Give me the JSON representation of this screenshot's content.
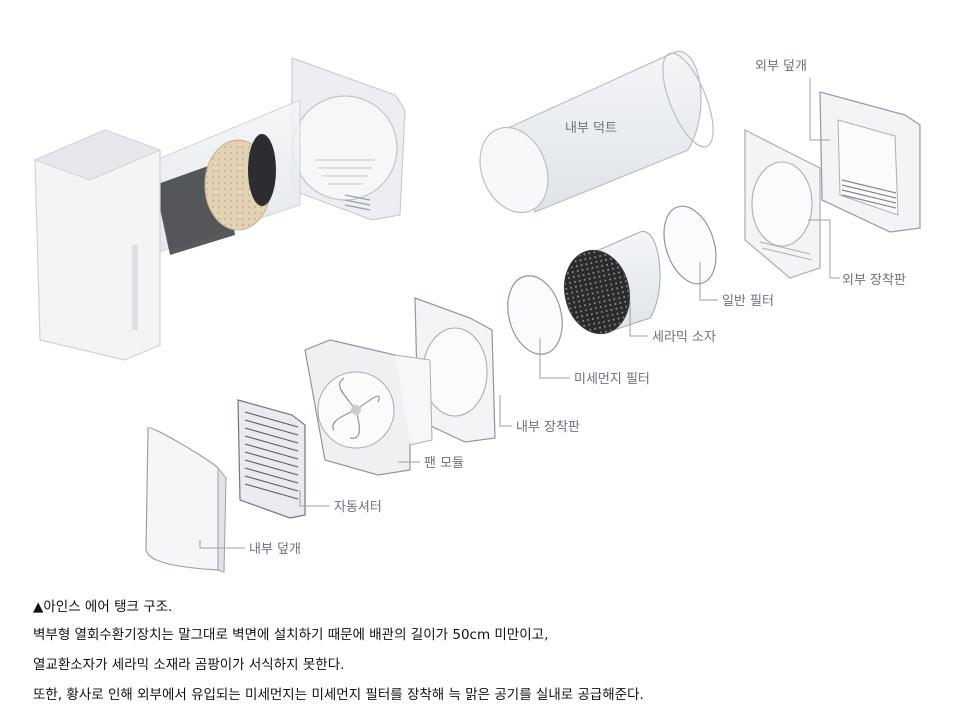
{
  "figure": {
    "labels": {
      "outer_cover": "외부 덮개",
      "inner_duct": "내부 덕트",
      "outer_mount": "외부 장착판",
      "general_filter": "일반 필터",
      "ceramic_element": "세라믹 소자",
      "fine_dust_filter": "미세먼지 필터",
      "inner_mount": "내부 장착판",
      "fan_module": "팬 모듈",
      "auto_shutter": "자동셔터",
      "inner_cover": "내부 덮개"
    },
    "colors": {
      "label_text": "#6a7380",
      "leader_line": "#9aa3ad",
      "ceramic_dark": "#2b2b2b",
      "ceramic_beige": "#e3d2b3"
    }
  },
  "caption": {
    "lines": [
      "▲아인스 에어 탱크 구조.",
      "벽부형 열회수환기장치는 말그대로 벽면에 설치하기 때문에 배관의 길이가 50cm 미만이고,",
      "열교환소자가 세라믹 소재라 곰팡이가 서식하지 못한다.",
      "또한, 황사로 인해 외부에서 유입되는 미세먼지는 미세먼지 필터를 장착해 늑 맑은 공기를 실내로 공급해준다."
    ]
  }
}
